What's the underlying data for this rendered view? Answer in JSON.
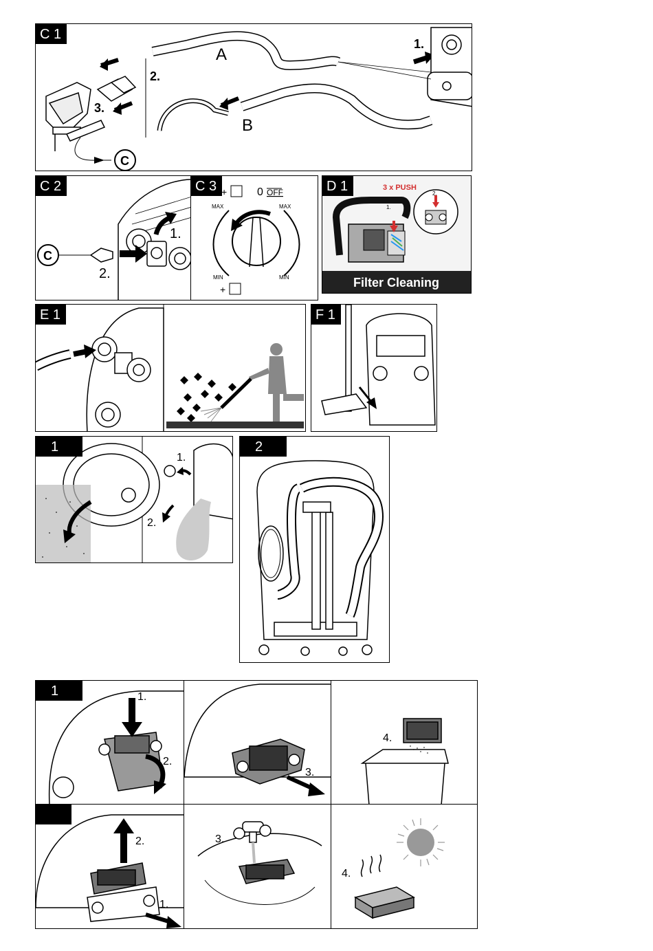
{
  "panels": {
    "c1": {
      "tag": "C 1",
      "labels": {
        "a": "A",
        "b": "B",
        "step1": "1.",
        "step2": "2.",
        "step3": "3.",
        "c": "C"
      }
    },
    "c2": {
      "tag": "C 2",
      "labels": {
        "c": "C",
        "step1": "1.",
        "step2": "2."
      }
    },
    "c3": {
      "tag": "C 3",
      "labels": {
        "plus_top": "+",
        "zero": "0",
        "off": "OFF",
        "max_left": "MAX",
        "max_right": "MAX",
        "min_left": "MIN",
        "min_right": "MIN",
        "plus_bottom": "+"
      }
    },
    "d1": {
      "tag": "D 1",
      "labels": {
        "push": "3 x PUSH",
        "step1": "1.",
        "step2": "2.",
        "banner": "Filter Cleaning"
      }
    },
    "e1": {
      "tag": "E 1"
    },
    "f1": {
      "tag": "F 1"
    },
    "p1": {
      "tag": "1",
      "labels": {
        "step1": "1.",
        "step2": "2."
      }
    },
    "p2": {
      "tag": "2"
    },
    "g1": {
      "tag": "1",
      "labels": {
        "step1": "1.",
        "step2": "2.",
        "step3": "3.",
        "step4": "4."
      }
    },
    "g2": {
      "tag": "",
      "labels": {
        "step1": "1.",
        "step2": "2.",
        "step3": "3.",
        "step4": "4."
      }
    }
  }
}
